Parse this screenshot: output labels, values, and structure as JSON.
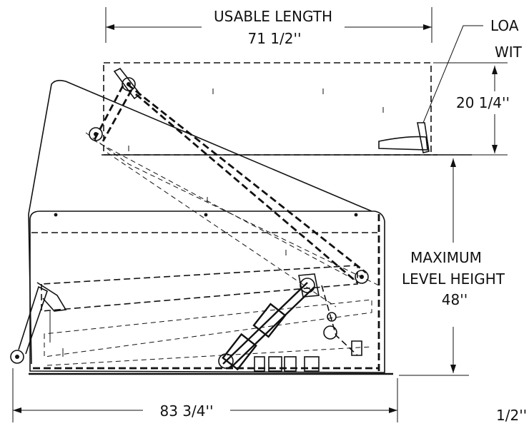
{
  "dimensions": {
    "usable_length_label": "USABLE LENGTH",
    "usable_length_value": "71 1/2''",
    "load_label_line1": "LOA",
    "load_label_line2": "WIT",
    "height_upper_value": "20 1/4''",
    "max_level_line1": "MAXIMUM",
    "max_level_line2": "LEVEL HEIGHT",
    "max_level_value": "48''",
    "overall_length_value": "83 3/4''",
    "bottom_partial_value": "1/2''"
  }
}
